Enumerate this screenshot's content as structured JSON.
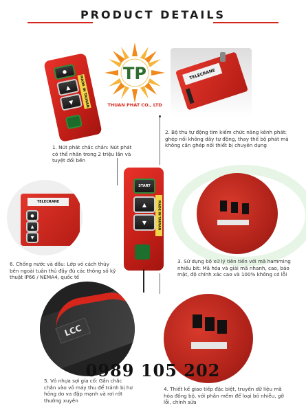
{
  "header": {
    "title": "PRODUCT DETAILS"
  },
  "logo": {
    "letters": "TP",
    "company": "THUAN PHAT CO., LTD"
  },
  "remote": {
    "btn_start": "START",
    "label_text": "MADE IN TAIWAN"
  },
  "receiver": {
    "brand": "TELECRANE"
  },
  "captions": {
    "c1": "1. Nút phát chắc chắn: Nút phát có thể nhấn trong 2 triệu lần và tuyệt đối bền",
    "c2": "2. Bộ thu tự động tìm kiếm chức năng kênh phát: ghép nối không dây tự động, thay thế bộ phát mà không cần ghép nối thiết bị chuyên dụng",
    "c3": "3. Sử dụng bộ xử lý tiên tiến với mã hamming nhiều bit: Mã hóa và giải mã nhanh, cao, bảo mật, độ chính xác cao và 100% không có lỗi",
    "c4": "4. Thiết kế giao tiếp đặc biệt, truyền dữ liệu mã hóa đồng bộ, với phần mềm để loại bỏ nhiễu, gỡ lỗi, chính sửa",
    "c5": "5. Vỏ nhựa sợi gia cố: Gần chắc chắn vào vỏ máy thu để tránh bị hư hỏng do va đập mạnh và rơi rớt thường xuyên",
    "c6": "6. Chống nước và dầu: Lớp vỏ cách thủy bên ngoài tuân thủ đầy đủ các thông số kỹ thuật IP66 / NEMA4, quốc tế"
  },
  "cover": {
    "brand": "LCC"
  },
  "contact": {
    "phone": "0989 105 202"
  },
  "colors": {
    "accent": "#d6261c",
    "product_red": "#d62a22",
    "button_dark": "#1e1e1e"
  },
  "icons": [
    "arrow-up-icon",
    "arrow-down-icon",
    "start-button-icon"
  ]
}
